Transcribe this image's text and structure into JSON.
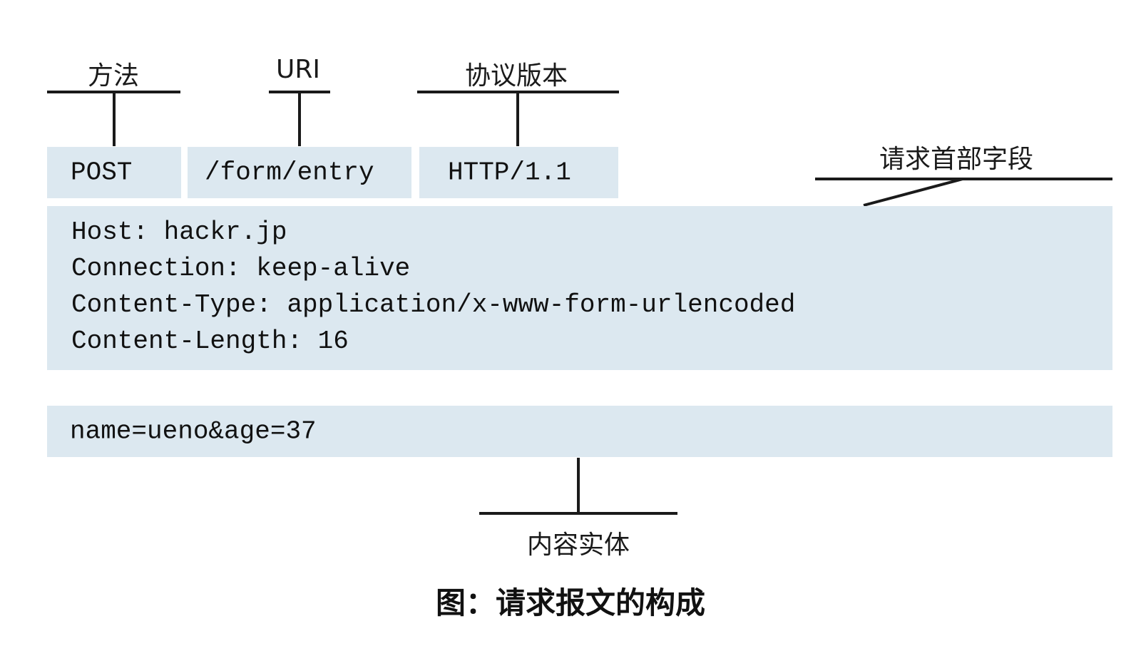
{
  "request_line": {
    "method": "POST",
    "uri": "/form/entry",
    "version": "HTTP/1.1"
  },
  "headers": [
    "Host: hackr.jp",
    "Connection: keep-alive",
    "Content-Type: application/x-www-form-urlencoded",
    "Content-Length: 16"
  ],
  "body": "name=ueno&age=37",
  "labels": {
    "method": "方法",
    "uri": "URI",
    "version": "协议版本",
    "headers": "请求首部字段",
    "body": "内容实体"
  },
  "caption": "图：请求报文的构成",
  "colors": {
    "box_fill": "#dce8f0",
    "line": "#1a1a1a"
  }
}
